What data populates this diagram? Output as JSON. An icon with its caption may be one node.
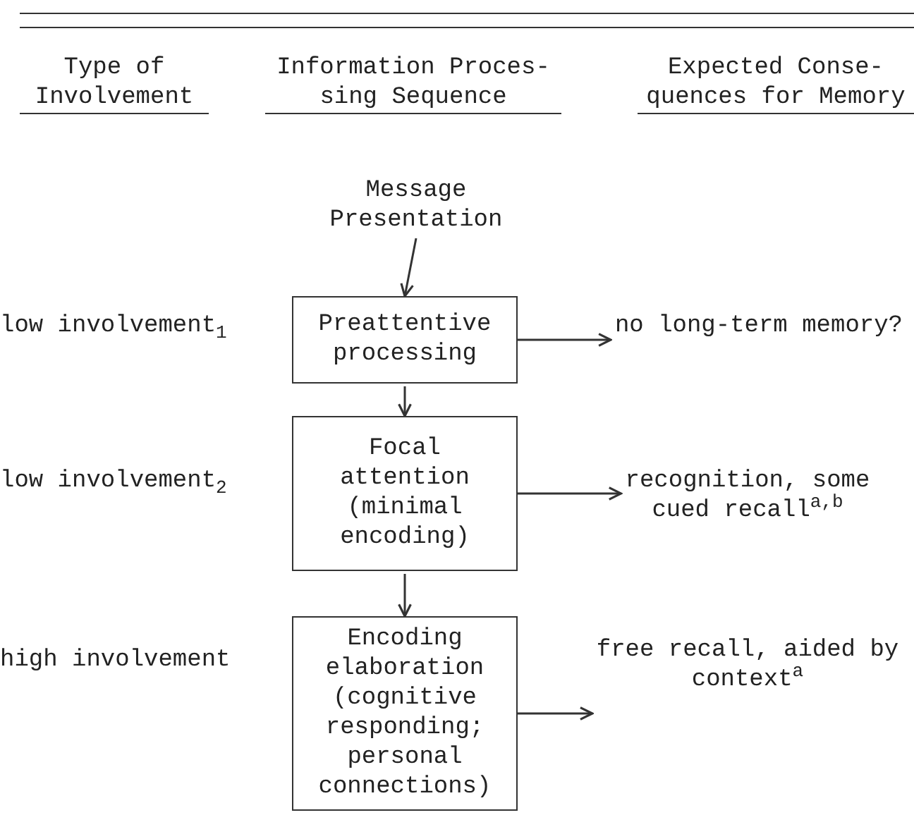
{
  "diagram": {
    "nodes": [
      {
        "text": [
          "Message Presentation"
        ]
      },
      {
        "text": [
          "Preattentive processing"
        ]
      },
      {
        "text": [
          "Focal attention (minimal encoding)"
        ]
      },
      {
        "text": [
          "Encoding elaboration (cognitive responding; personal connections)"
        ]
      },
      {
        "text": [
          "no long-term memory?"
        ]
      },
      {
        "text": [
          "recognition, some cued recall$^{a,b}$"
        ]
      },
      {
        "text": [
          "free recall, aided by context$^{a}$"
        ]
      }
    ],
    "edges": [
      {
        "from": 0,
        "to": 1,
        "arrow": "to"
      },
      {
        "from": 1,
        "to": 2,
        "arrow": "to"
      },
      {
        "from": 2,
        "to": 3,
        "arrow": "to"
      },
      {
        "from": 1,
        "to": 4,
        "arrow": "to"
      },
      {
        "from": 2,
        "to": 5,
        "arrow": "to"
      },
      {
        "from": 3,
        "to": 6,
        "arrow": "to"
      }
    ],
    "labels": [
      "Type of Involvement",
      "Information Proces- sing Sequence",
      "Expected Conse- quences for Memory",
      "low involvement$_{1}$",
      "low involvement$_{2}$",
      "high involvement"
    ]
  }
}
